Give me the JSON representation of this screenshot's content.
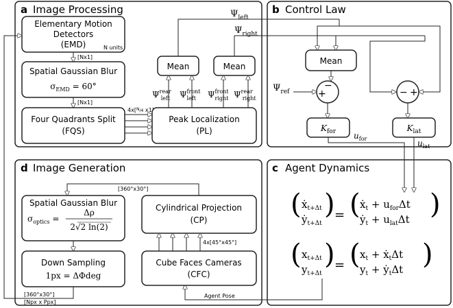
{
  "panels": {
    "a": {
      "tag": "a",
      "title": "Image Processing"
    },
    "b": {
      "tag": "b",
      "title": "Control Law"
    },
    "c": {
      "tag": "c",
      "title": "Agent Dynamics"
    },
    "d": {
      "tag": "d",
      "title": "Image Generation"
    }
  },
  "a": {
    "emd": {
      "line1": "Elementary Motion",
      "line2": "Detectors",
      "line3": "(EMD)",
      "units": "N units"
    },
    "emd_out": "[Nx1]",
    "blur": {
      "line1": "Spatial Gaussian Blur",
      "formula": "σ_EMD = 60°"
    },
    "blur_out": "[Nx1]",
    "fqs": {
      "line1": "Four Quadrants Split",
      "line2": "(FQS)"
    },
    "fqs_out": "4x[N/4 x1]",
    "pl": {
      "line1": "Peak Localization",
      "line2": "(PL)"
    },
    "mean_left": "Mean",
    "mean_right": "Mean",
    "psi_left": {
      "sym": "Ψ",
      "sub": "left"
    },
    "psi_right": {
      "sym": "Ψ",
      "sub": "right"
    },
    "psi_rear_left": {
      "sym": "Ψ",
      "sup": "rear",
      "sub": "left"
    },
    "psi_front_left": {
      "sym": "Ψ",
      "sup": "front",
      "sub": "left"
    },
    "psi_front_right": {
      "sym": "Ψ",
      "sup": "front",
      "sub": "right"
    },
    "psi_rear_right": {
      "sym": "Ψ",
      "sup": "rear",
      "sub": "right"
    }
  },
  "b": {
    "mean": "Mean",
    "psi_ref": {
      "sym": "Ψ",
      "sub": "ref"
    },
    "sum1": {
      "minus": "−",
      "plus": "+"
    },
    "sum2": {
      "minus": "−",
      "plus": "+"
    },
    "k_for": {
      "sym": "K",
      "sub": "for"
    },
    "k_lat": {
      "sym": "K",
      "sub": "lat"
    },
    "u_for": {
      "sym": "u",
      "sub": "for"
    },
    "u_lat": {
      "sym": "u",
      "sub": "lat"
    }
  },
  "c": {
    "eq1": "(ẋ_{t+Δt}, ẏ_{t+Δt}) = (ẋ_t + u_for Δt, ẏ_t + u_lat Δt)",
    "eq2": "(x_{t+Δt}, y_{t+Δt}) = (x_t + ẋ_t Δt, y_t + ẏ_t Δt)"
  },
  "d": {
    "blur": {
      "line1": "Spatial Gaussian Blur",
      "formula": "σ_optics = Δρ / (2√(2 ln(2)))"
    },
    "down": {
      "line1": "Down Sampling",
      "formula": "1px = ΔΦdeg"
    },
    "cp": {
      "line1": "Cylindrical Projection",
      "line2": "(CP)"
    },
    "cfc": {
      "line1": "Cube Faces Cameras",
      "line2": "(CFC)"
    },
    "cp_in": "[360°x30°]",
    "cfc_out": "4x[45°x45°]",
    "out1": "[360°x30°]",
    "out2": "[Npx x Ppx]",
    "agent_pose": "Agent Pose"
  }
}
